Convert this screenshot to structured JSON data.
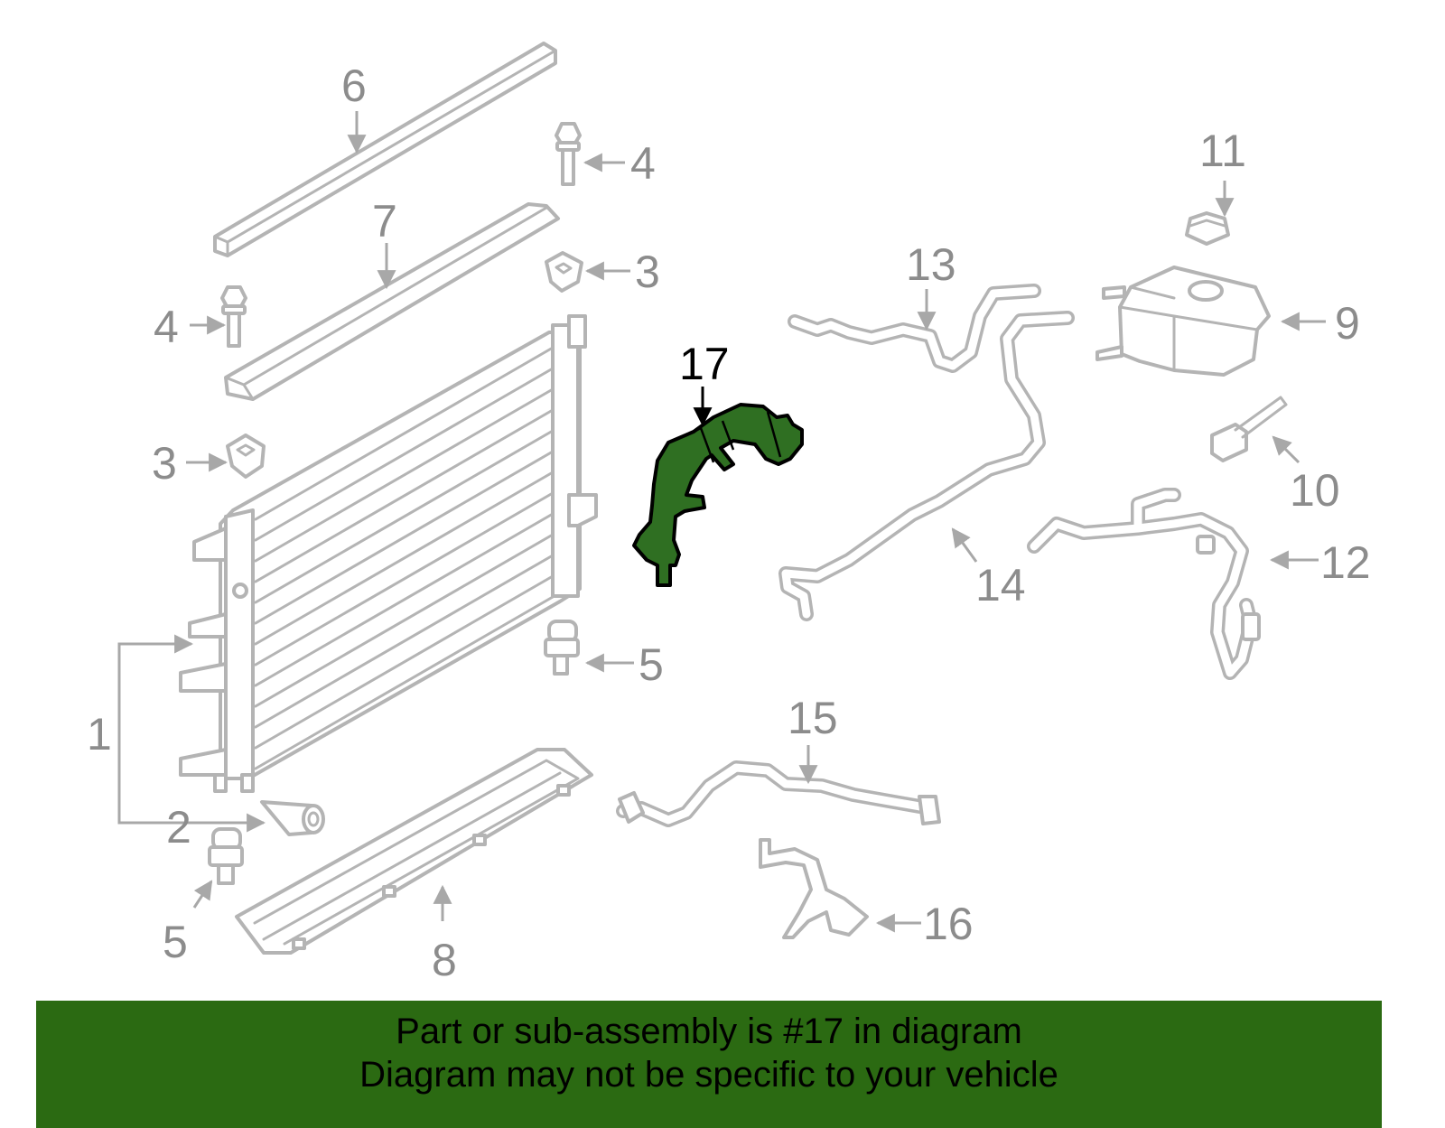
{
  "callouts": {
    "c1": "1",
    "c2": "2",
    "c3a": "3",
    "c3b": "3",
    "c4a": "4",
    "c4b": "4",
    "c5a": "5",
    "c5b": "5",
    "c6": "6",
    "c7": "7",
    "c8": "8",
    "c9": "9",
    "c10": "10",
    "c11": "11",
    "c12": "12",
    "c13": "13",
    "c14": "14",
    "c15": "15",
    "c16": "16",
    "c17": "17"
  },
  "highlight": {
    "part_number": "17",
    "color": "#2f6f22"
  },
  "banner": {
    "line1": "Part or sub-assembly is #17 in diagram",
    "line2": "Diagram may not be specific to your vehicle",
    "background": "#2b6a12"
  }
}
